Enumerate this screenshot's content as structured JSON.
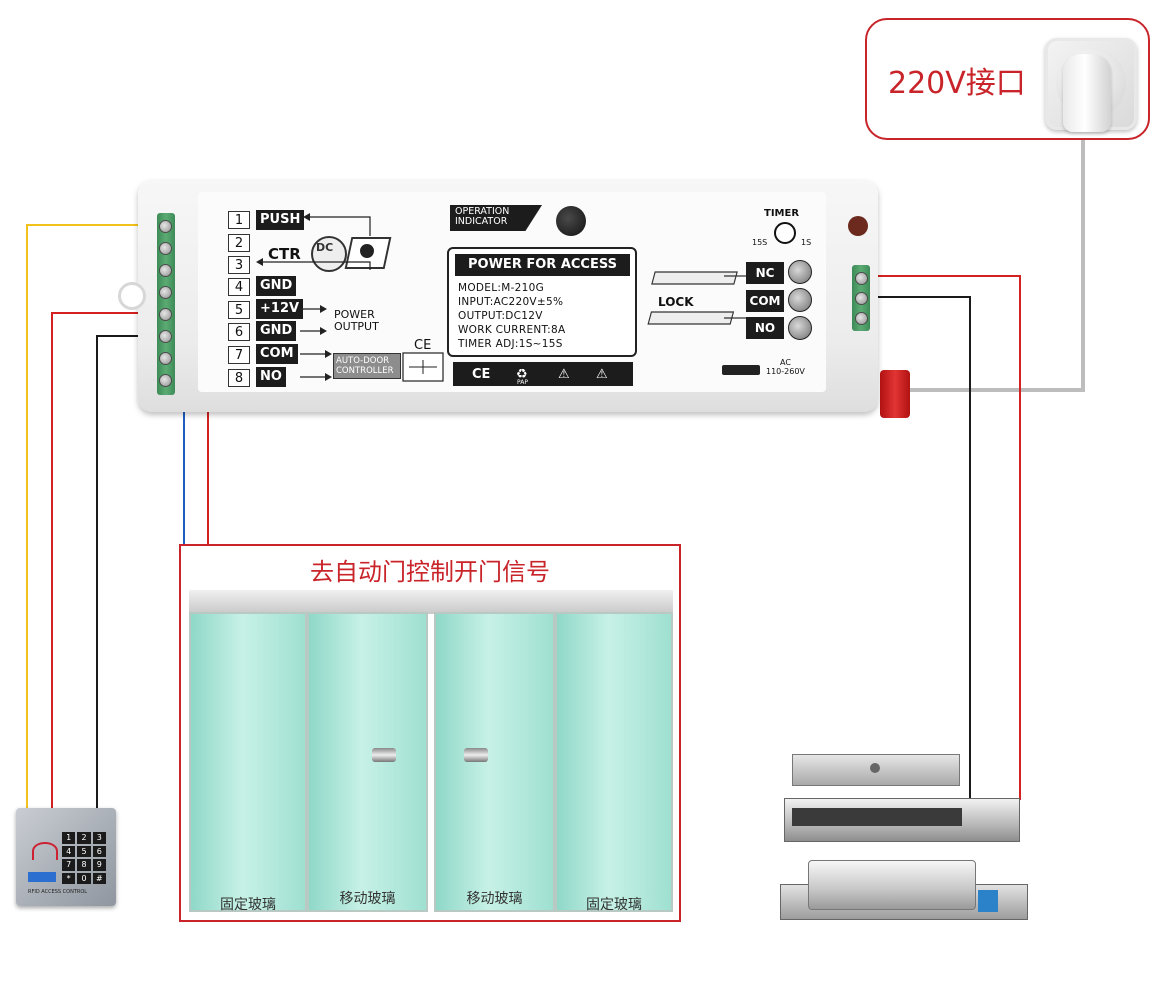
{
  "power_box": {
    "label": "220V接口"
  },
  "controller": {
    "pins": [
      {
        "num": "1",
        "label": "PUSH"
      },
      {
        "num": "2",
        "label": "CTR"
      },
      {
        "num": "3",
        "label": ""
      },
      {
        "num": "4",
        "label": "GND"
      },
      {
        "num": "5",
        "label": "+12V"
      },
      {
        "num": "6",
        "label": "GND"
      },
      {
        "num": "7",
        "label": "COM"
      },
      {
        "num": "8",
        "label": "NO"
      }
    ],
    "dc_label": "DC",
    "power_output": "POWER\nOUTPUT",
    "ce_mark": "CE",
    "auto_door": "AUTO-DOOR\nCONTROLLER",
    "operation_indicator": "OPERATION\nINDICATOR",
    "info_title": "POWER FOR ACCESS",
    "info_lines": [
      "MODEL:M-210G",
      "INPUT:AC220V±5%",
      "OUTPUT:DC12V",
      "WORK CURRENT:8A",
      "TIMER ADJ:1S~15S"
    ],
    "cert_marks": [
      "CE",
      "♻",
      "⚠",
      "⚠"
    ],
    "pap_label": "PAP",
    "lock_label": "LOCK",
    "timer": {
      "label": "TIMER",
      "min": "15S",
      "max": "1S"
    },
    "relay_pins": [
      "NC",
      "COM",
      "NO"
    ],
    "ac_label": "AC\n110-260V"
  },
  "door": {
    "title": "去自动门控制开门信号",
    "panes": [
      "固定玻璃",
      "移动玻璃",
      "移动玻璃",
      "固定玻璃"
    ]
  },
  "keypad": {
    "keys": [
      "1",
      "2",
      "3",
      "4",
      "5",
      "6",
      "7",
      "8",
      "9",
      "*",
      "0",
      "#"
    ],
    "caption": "RFID ACCESS CONTROL"
  },
  "colors": {
    "accent_red": "#c8242a",
    "wire_yellow": "#f3c21a",
    "wire_red": "#d32020",
    "wire_black": "#1a1a1a",
    "wire_blue": "#1d5fbf",
    "wire_gray": "#bdbdbd"
  }
}
